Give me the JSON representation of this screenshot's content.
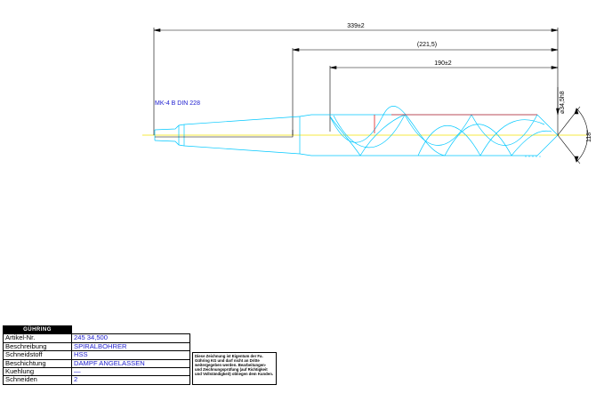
{
  "drawing": {
    "callout": "MK-4  B  DIN  228",
    "dimensions": {
      "total_length": "339±2",
      "flute_section": "(221,5)",
      "flute_length": "190±2",
      "diameter": "⌀34,5h8",
      "point_angle": "118°"
    },
    "colors": {
      "outline": "#00c8ff",
      "dimension": "#000000",
      "center_line": "#f0e000",
      "cutting_edge": "#e02020",
      "callout_text": "#2020d0"
    }
  },
  "title_block": {
    "logo": "GÜHRING",
    "rows": [
      {
        "label": "Artikel-Nr.",
        "value": "245  34,500"
      },
      {
        "label": "Beschreibung",
        "value": "SPIRALBOHRER"
      },
      {
        "label": "Schneidstoff",
        "value": "HSS"
      },
      {
        "label": "Beschichtung",
        "value": "DAMPF  ANGELASSEN"
      },
      {
        "label": "Kuehlung",
        "value": "—"
      },
      {
        "label": "Schneiden",
        "value": "2"
      }
    ],
    "note": "Diese Zeichnung ist Eigentum der Fa. Gühring KG und darf nicht an Dritte weitergegeben werden. Bearbeitungen- und Zeichnungsprüfung (auf Richtigkeit und Vollständigkeit) obliegen dem Kunden."
  }
}
